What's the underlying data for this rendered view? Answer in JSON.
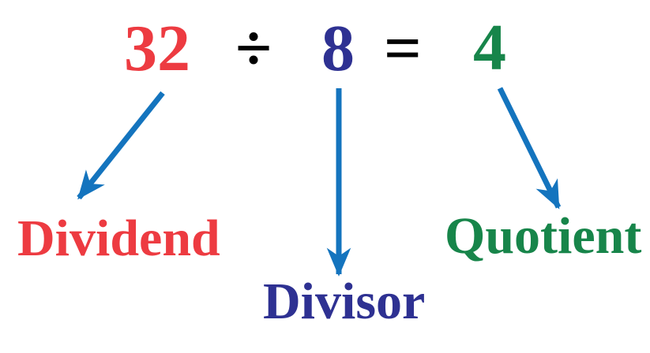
{
  "equation": {
    "dividend_value": "32",
    "division_sign": "÷",
    "divisor_value": "8",
    "equals_sign": "=",
    "quotient_value": "4"
  },
  "labels": {
    "dividend": "Dividend",
    "divisor": "Divisor",
    "quotient": "Quotient"
  },
  "colors": {
    "dividend": "#ED3B41",
    "divisor": "#2E3192",
    "quotient": "#17854A",
    "sign": "#000000",
    "arrow": "#1474BE",
    "background": "#FFFFFF"
  }
}
